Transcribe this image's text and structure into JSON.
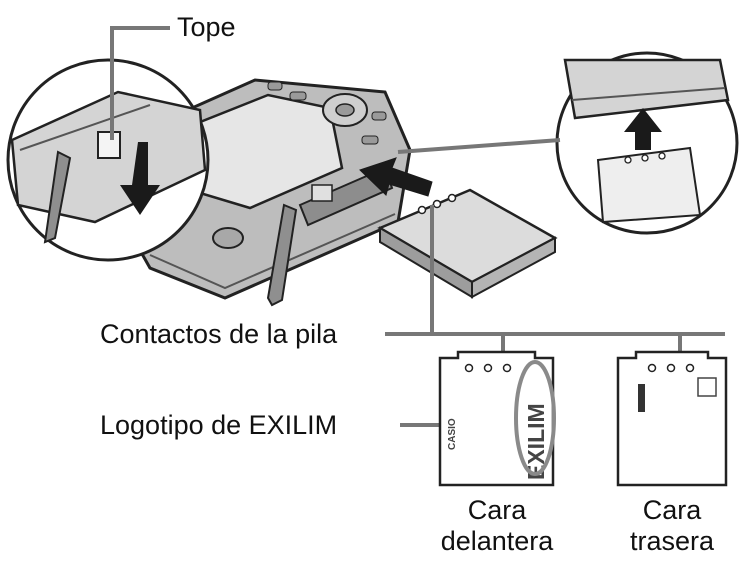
{
  "labels": {
    "stopper": "Tope",
    "battery_contacts": "Contactos de la pila",
    "exilim_logo": "Logotipo de EXILIM"
  },
  "captions": {
    "front": [
      "Cara",
      "delantera"
    ],
    "back": [
      "Cara",
      "trasera"
    ]
  },
  "logos": {
    "brand": "CASIO",
    "product": "EXILIM"
  },
  "colors": {
    "leader_line": "#777777",
    "outline": "#222222",
    "body_fill": "#bdbdbd",
    "screen_fill": "#e6e6e6",
    "highlight_ellipse": "#8a8a8a"
  },
  "icons": [
    "insert-arrow-icon",
    "push-down-arrow-icon",
    "push-up-arrow-icon"
  ]
}
